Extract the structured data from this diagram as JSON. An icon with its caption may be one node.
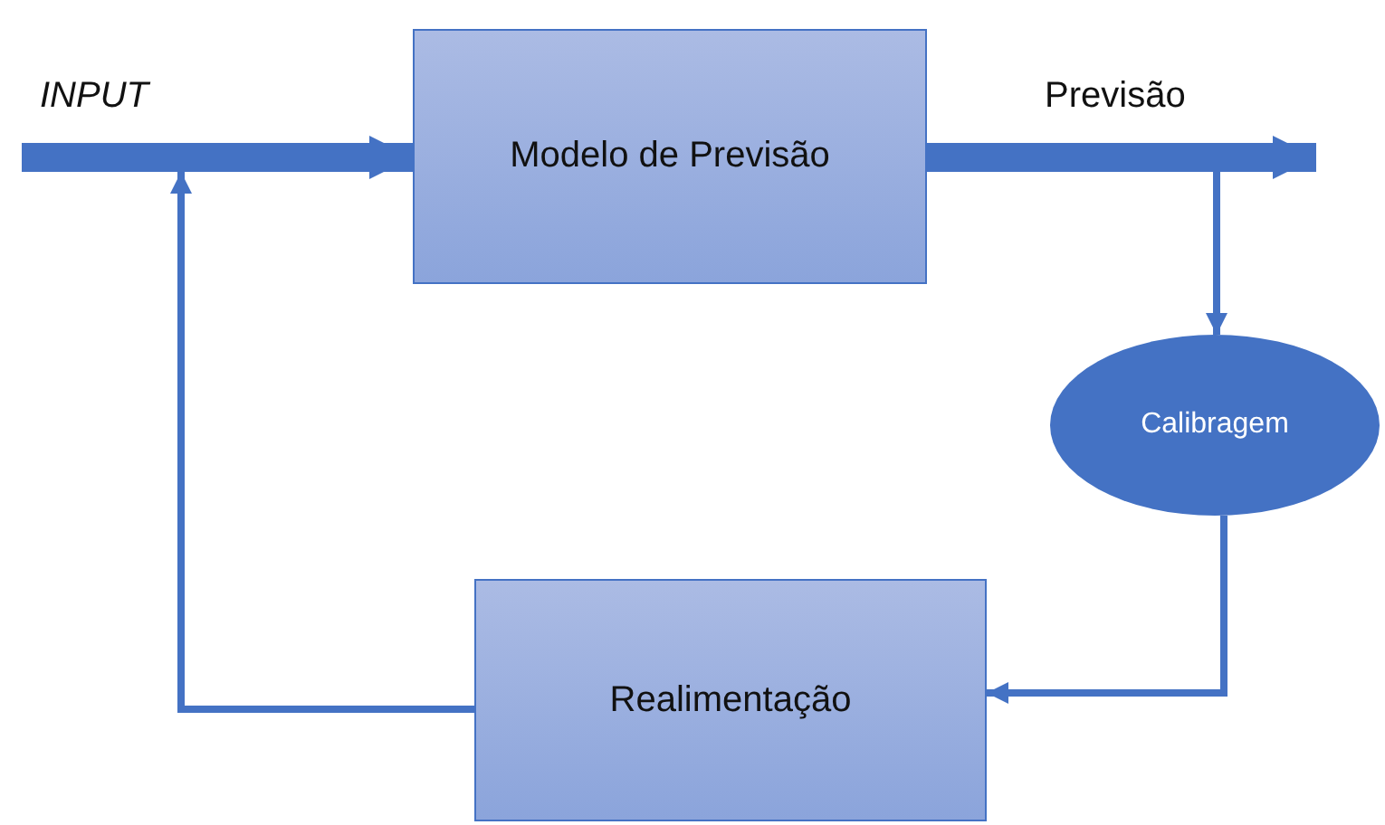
{
  "diagram": {
    "nodes": [
      {
        "text": [
          "Modelo de Previsão"
        ]
      },
      {
        "text": [
          "Calibragem"
        ]
      },
      {
        "text": [
          "Realimentação"
        ]
      }
    ],
    "edges": [
      {
        "from": null,
        "to": 0,
        "arrow": "to",
        "label": "INPUT",
        "style": "thick"
      },
      {
        "from": 0,
        "to": null,
        "arrow": "to",
        "label": "Previsão",
        "style": "thick"
      },
      {
        "from": null,
        "to": 1,
        "arrow": "to"
      },
      {
        "from": 1,
        "to": 2,
        "arrow": "to"
      },
      {
        "from": 2,
        "to": null,
        "arrow": "to"
      }
    ]
  }
}
